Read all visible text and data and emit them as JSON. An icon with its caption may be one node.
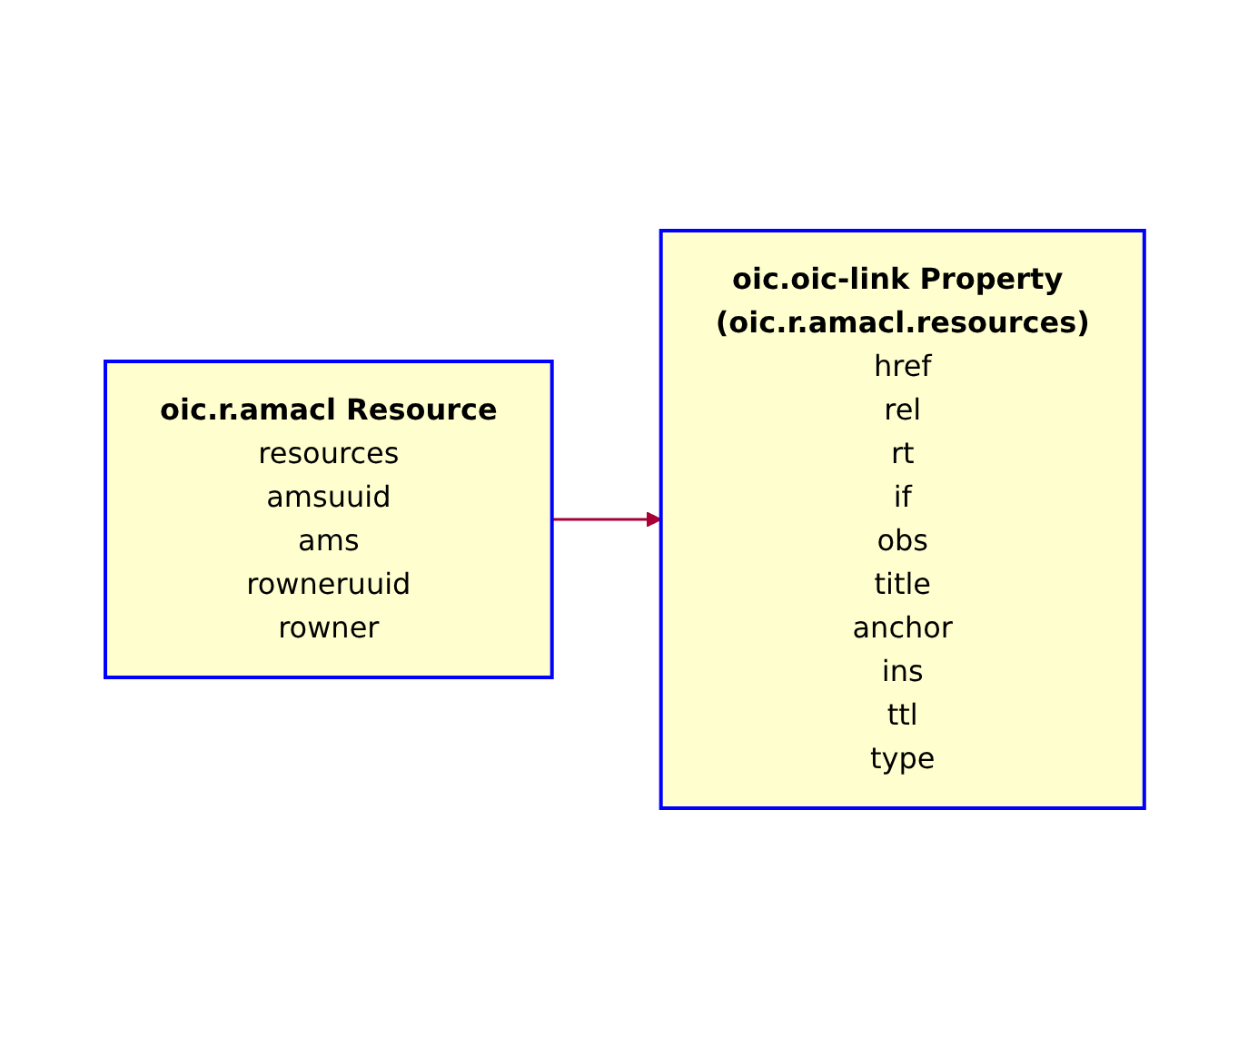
{
  "diagram": {
    "nodes": [
      {
        "text": [
          "oic.r.amacl Resource",
          "resources",
          "amsuuid",
          "ams",
          "rowneruuid",
          "rowner"
        ]
      },
      {
        "text": [
          "oic.oic-link Property (oic.r.amacl.resources)",
          "href",
          "rel",
          "rt",
          "if",
          "obs",
          "title",
          "anchor",
          "ins",
          "ttl",
          "type"
        ]
      }
    ],
    "edges": [
      {
        "from": 0,
        "to": 1,
        "arrow": "to"
      }
    ]
  }
}
